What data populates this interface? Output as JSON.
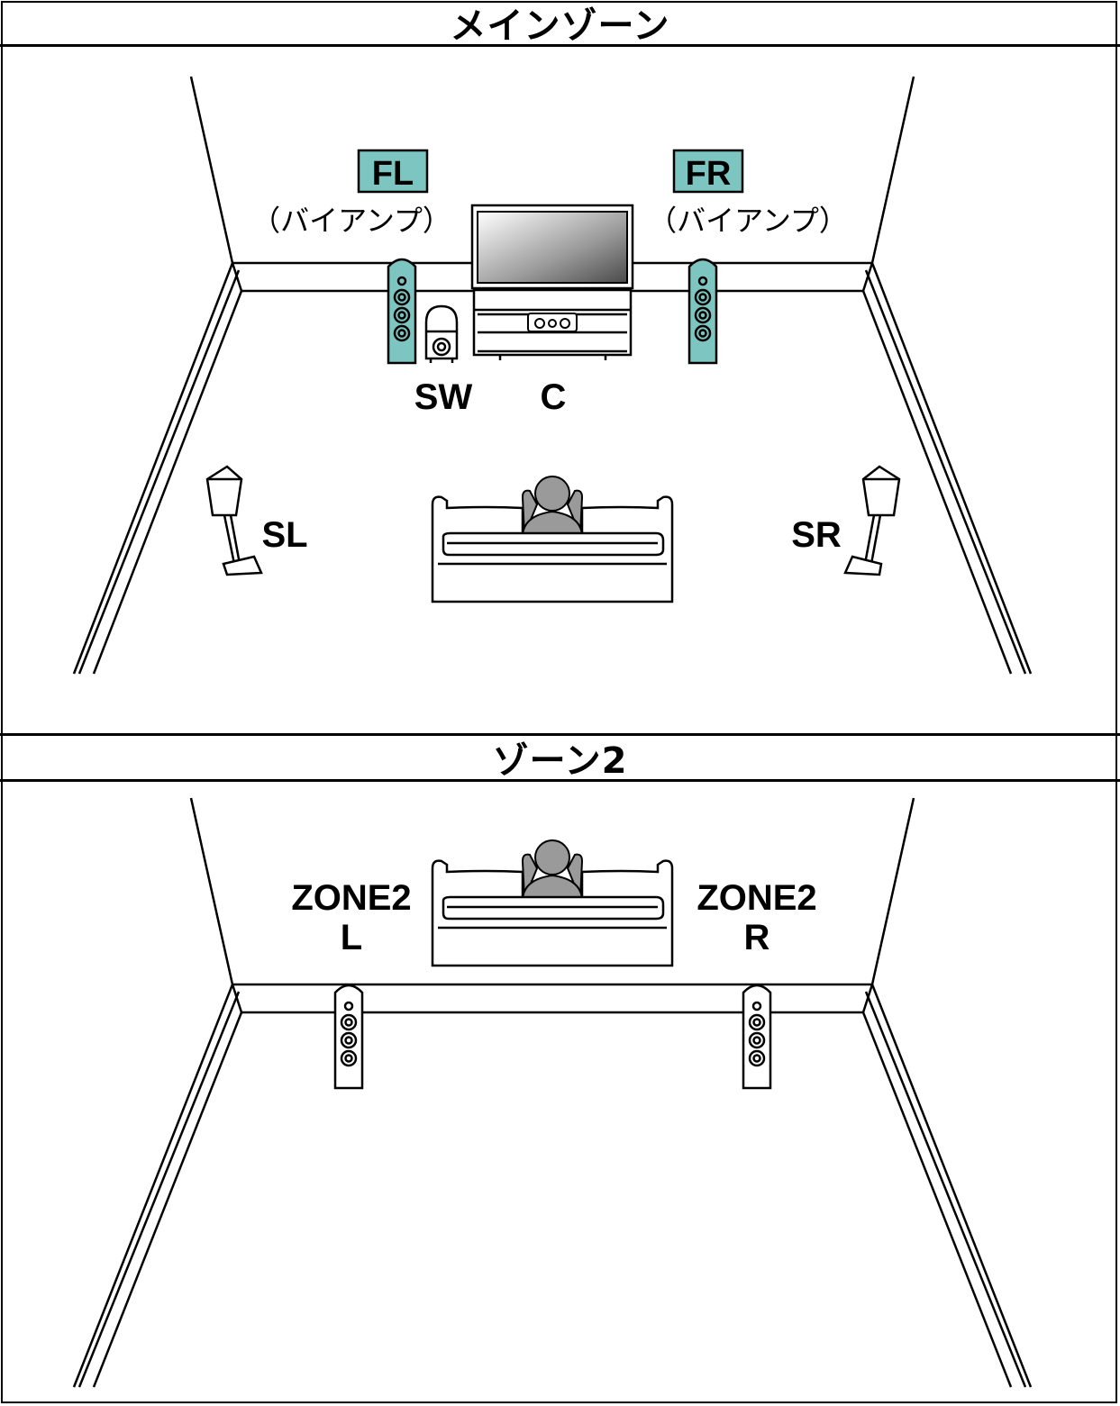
{
  "main_zone": {
    "title": "メインゾーン",
    "labels": {
      "fl": "FL",
      "fl_note": "（バイアンプ）",
      "fr": "FR",
      "fr_note": "（バイアンプ）",
      "sw": "SW",
      "c": "C",
      "sl": "SL",
      "sr": "SR"
    }
  },
  "zone2": {
    "title": "ゾーン2",
    "labels": {
      "left_line1": "ZONE2",
      "left_line2": "L",
      "right_line1": "ZONE2",
      "right_line2": "R"
    }
  },
  "colors": {
    "highlight": "#7dc5c0",
    "person": "#9a9a9a",
    "line": "#000000"
  }
}
